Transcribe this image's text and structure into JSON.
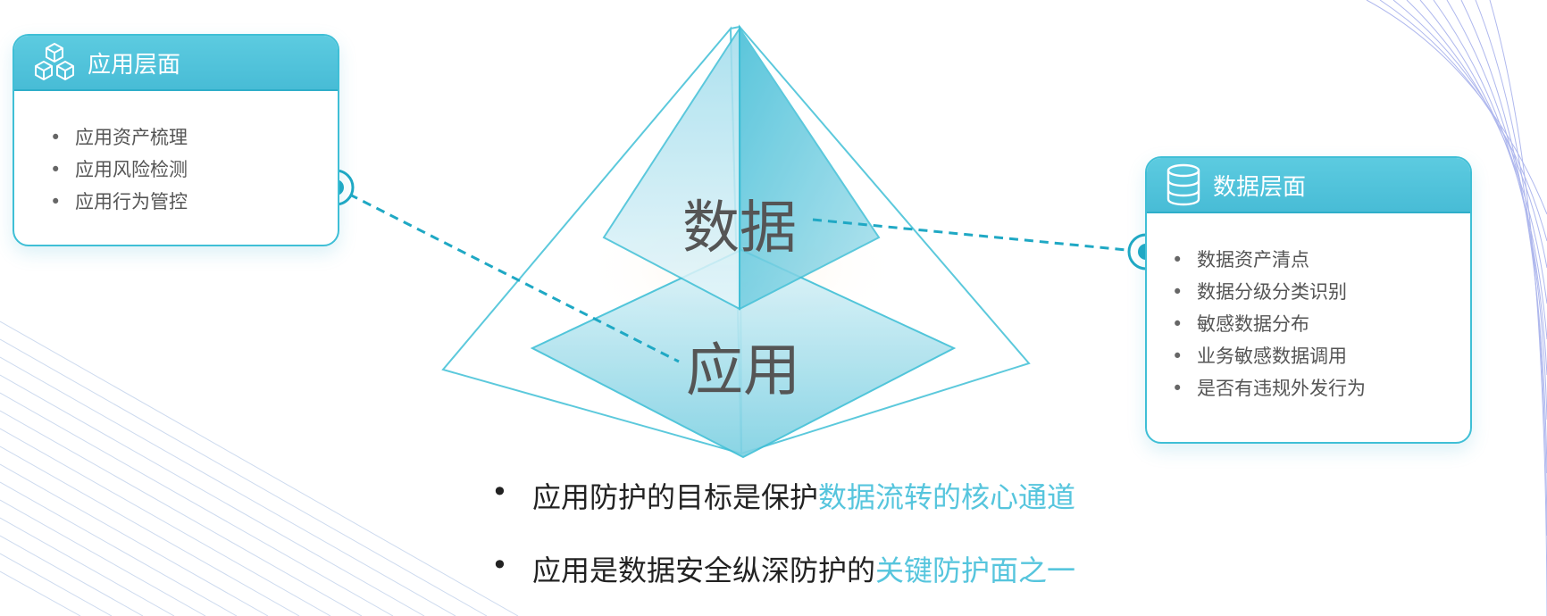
{
  "app_card": {
    "title": "应用层面",
    "items": [
      "应用资产梳理",
      "应用风险检测",
      "应用行为管控"
    ]
  },
  "data_card": {
    "title": "数据层面",
    "items": [
      "数据资产清点",
      "数据分级分类识别",
      "敏感数据分布",
      "业务敏感数据调用",
      "是否有违规外发行为"
    ]
  },
  "pyramid": {
    "top_label": "数据",
    "bottom_label": "应用"
  },
  "bullets": [
    {
      "dot": "•",
      "text": "应用防护的目标是保护",
      "highlight": "数据流转的核心通道"
    },
    {
      "dot": "•",
      "text": "应用是数据安全纵深防护的",
      "highlight": "关键防护面之一"
    }
  ],
  "colors": {
    "accent": "#48bcd6",
    "highlight": "#56c5dd",
    "connector": "#1fa8c4"
  },
  "icons": [
    "cubes-icon",
    "database-icon"
  ]
}
